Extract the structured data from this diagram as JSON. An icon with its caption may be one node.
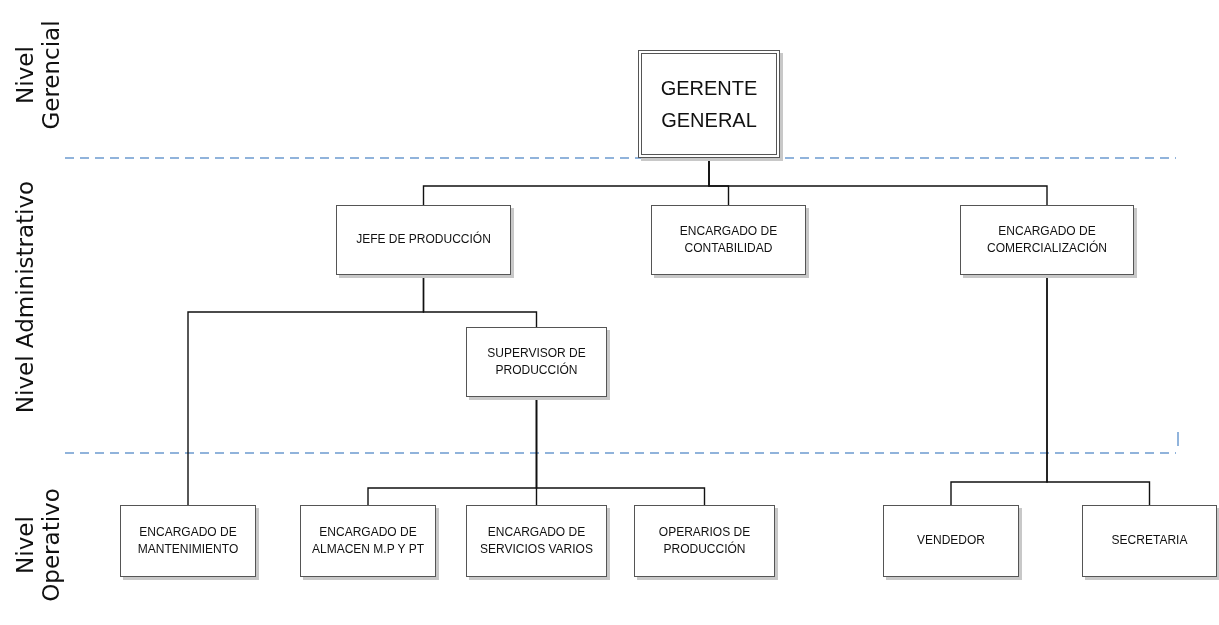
{
  "diagram": {
    "nodes": [
      {
        "text": [
          "GERENTE GENERAL"
        ]
      },
      {
        "text": [
          "JEFE DE PRODUCCIÓN"
        ]
      },
      {
        "text": [
          "ENCARGADO DE CONTABILIDAD"
        ]
      },
      {
        "text": [
          "ENCARGADO DE COMERCIALIZACIÓN"
        ]
      },
      {
        "text": [
          "SUPERVISOR DE PRODUCCIÓN"
        ]
      },
      {
        "text": [
          "ENCARGADO DE MANTENIMIENTO"
        ]
      },
      {
        "text": [
          "ENCARGADO DE ALMACEN M.P Y PT"
        ]
      },
      {
        "text": [
          "ENCARGADO DE SERVICIOS VARIOS"
        ]
      },
      {
        "text": [
          "OPERARIOS DE PRODUCCIÓN"
        ]
      },
      {
        "text": [
          "VENDEDOR"
        ]
      },
      {
        "text": [
          "SECRETARIA"
        ]
      }
    ],
    "edges": [
      {
        "from": 0,
        "to": 1,
        "arrow": "none"
      },
      {
        "from": 0,
        "to": 2,
        "arrow": "none"
      },
      {
        "from": 0,
        "to": 3,
        "arrow": "none"
      },
      {
        "from": 1,
        "to": 5,
        "arrow": "none"
      },
      {
        "from": 1,
        "to": 4,
        "arrow": "none"
      },
      {
        "from": 4,
        "to": 6,
        "arrow": "none"
      },
      {
        "from": 4,
        "to": 7,
        "arrow": "none"
      },
      {
        "from": 4,
        "to": 8,
        "arrow": "none"
      },
      {
        "from": 3,
        "to": 9,
        "arrow": "none"
      },
      {
        "from": 3,
        "to": 10,
        "arrow": "none"
      }
    ],
    "labels": [
      "Nivel Gerencial",
      "Nivel Administrativo",
      "Nivel Operativo"
    ]
  }
}
